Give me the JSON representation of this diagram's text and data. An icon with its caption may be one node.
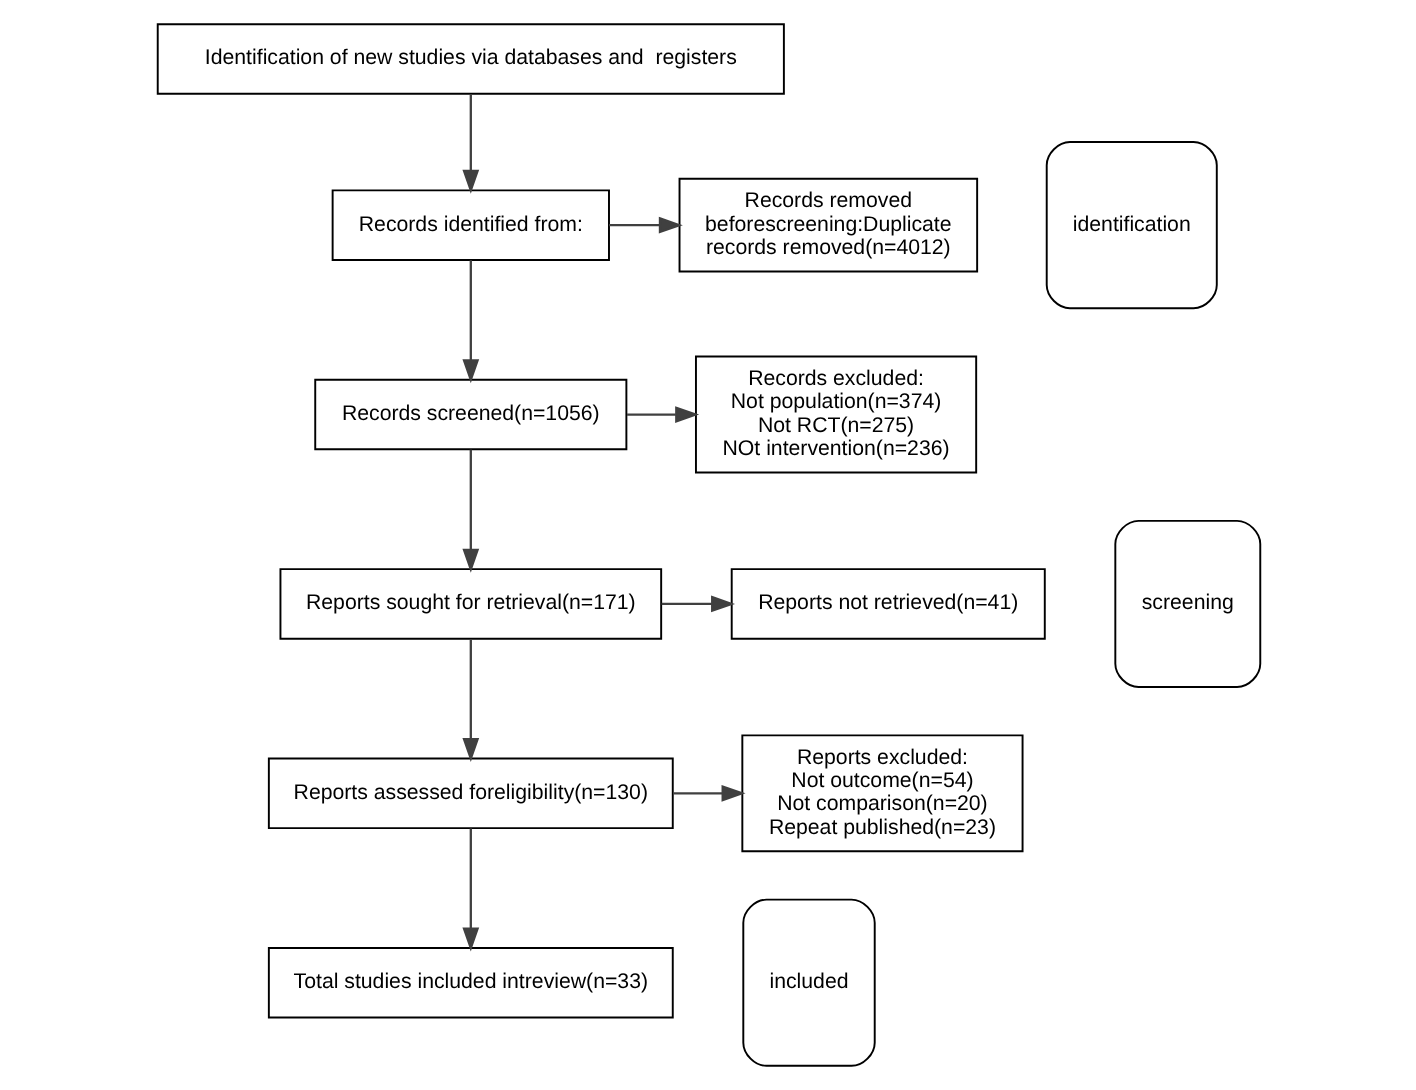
{
  "diagram": {
    "nodes": [
      {
        "text": [
          "Identification of new studies via databases and  registers"
        ]
      },
      {
        "text": [
          "identification"
        ]
      },
      {
        "text": [
          "Records identified from:"
        ]
      },
      {
        "text": [
          "Records removed beforescreening:Duplicate records removed(n=4012)"
        ]
      },
      {
        "text": [
          "screening"
        ]
      },
      {
        "text": [
          "Records screened(n=1056)"
        ]
      },
      {
        "text": [
          "Records excluded:",
          "Not population(n=374)",
          "Not RCT(n=275)",
          "NOt intervention(n=236)"
        ]
      },
      {
        "text": [
          "Reports sought for retrieval(n=171)"
        ]
      },
      {
        "text": [
          "Reports not retrieved(n=41)"
        ]
      },
      {
        "text": [
          "Reports assessed foreligibility(n=130)"
        ]
      },
      {
        "text": [
          "Reports excluded:",
          "Not outcome(n=54)",
          "Not comparison(n=20)",
          "Repeat published(n=23)"
        ]
      },
      {
        "text": [
          "included"
        ]
      },
      {
        "text": [
          "Total studies included intreview(n=33)"
        ]
      }
    ],
    "edges": [
      {
        "from": 0,
        "to": 2,
        "arrow": "to"
      },
      {
        "from": 2,
        "to": 3,
        "arrow": "to"
      },
      {
        "from": 2,
        "to": 5,
        "arrow": "to"
      },
      {
        "from": 5,
        "to": 6,
        "arrow": "to"
      },
      {
        "from": 5,
        "to": 7,
        "arrow": "to"
      },
      {
        "from": 7,
        "to": 8,
        "arrow": "to"
      },
      {
        "from": 7,
        "to": 9,
        "arrow": "to"
      },
      {
        "from": 9,
        "to": 10,
        "arrow": "to"
      },
      {
        "from": 9,
        "to": 12,
        "arrow": "to"
      }
    ]
  }
}
